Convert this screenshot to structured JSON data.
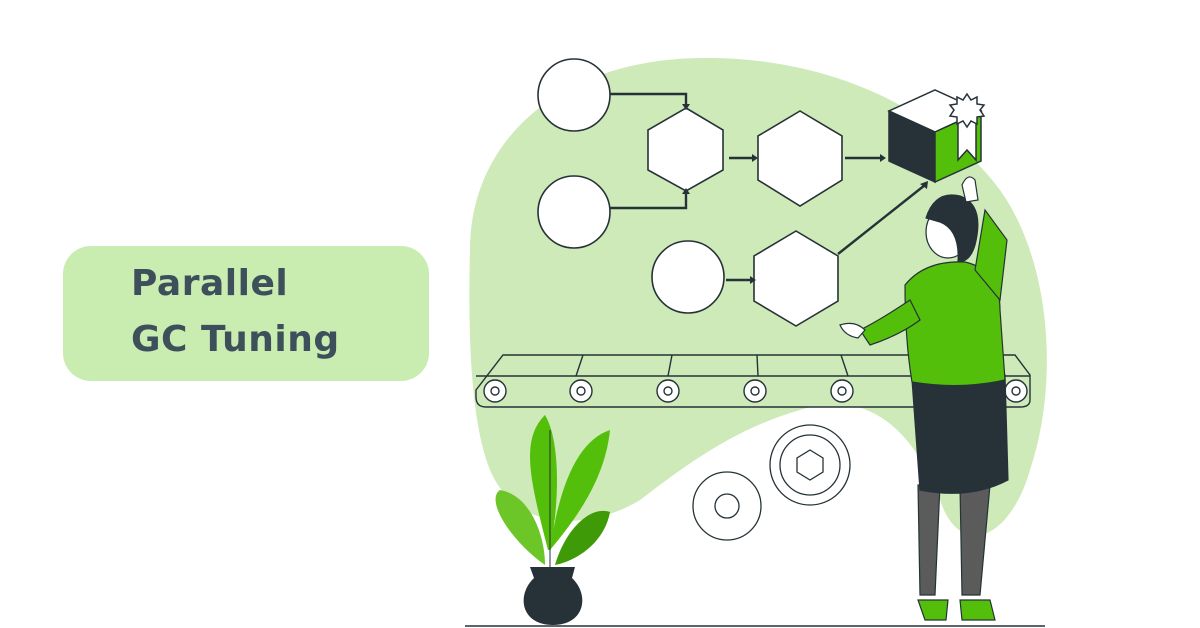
{
  "banner": {
    "title_line1": "Parallel",
    "title_line2": "GC Tuning"
  },
  "illustration": {
    "description": "Woman in green jacket pointing at a certified product cube at the end of a flowchart, above a conveyor belt, with gears and a potted plant",
    "elements": [
      "flowchart-circles",
      "flowchart-hexagons",
      "product-cube-with-badge",
      "conveyor-belt",
      "gears",
      "potted-plant",
      "woman-figure"
    ]
  },
  "colors": {
    "card_bg": "#c9ecb0",
    "title_text": "#3d4f5a",
    "blob_bg": "#cdeab8",
    "accent_green": "#54bf0a",
    "dark_green": "#3f9a08",
    "dark": "#263238",
    "stroke": "#263238"
  }
}
